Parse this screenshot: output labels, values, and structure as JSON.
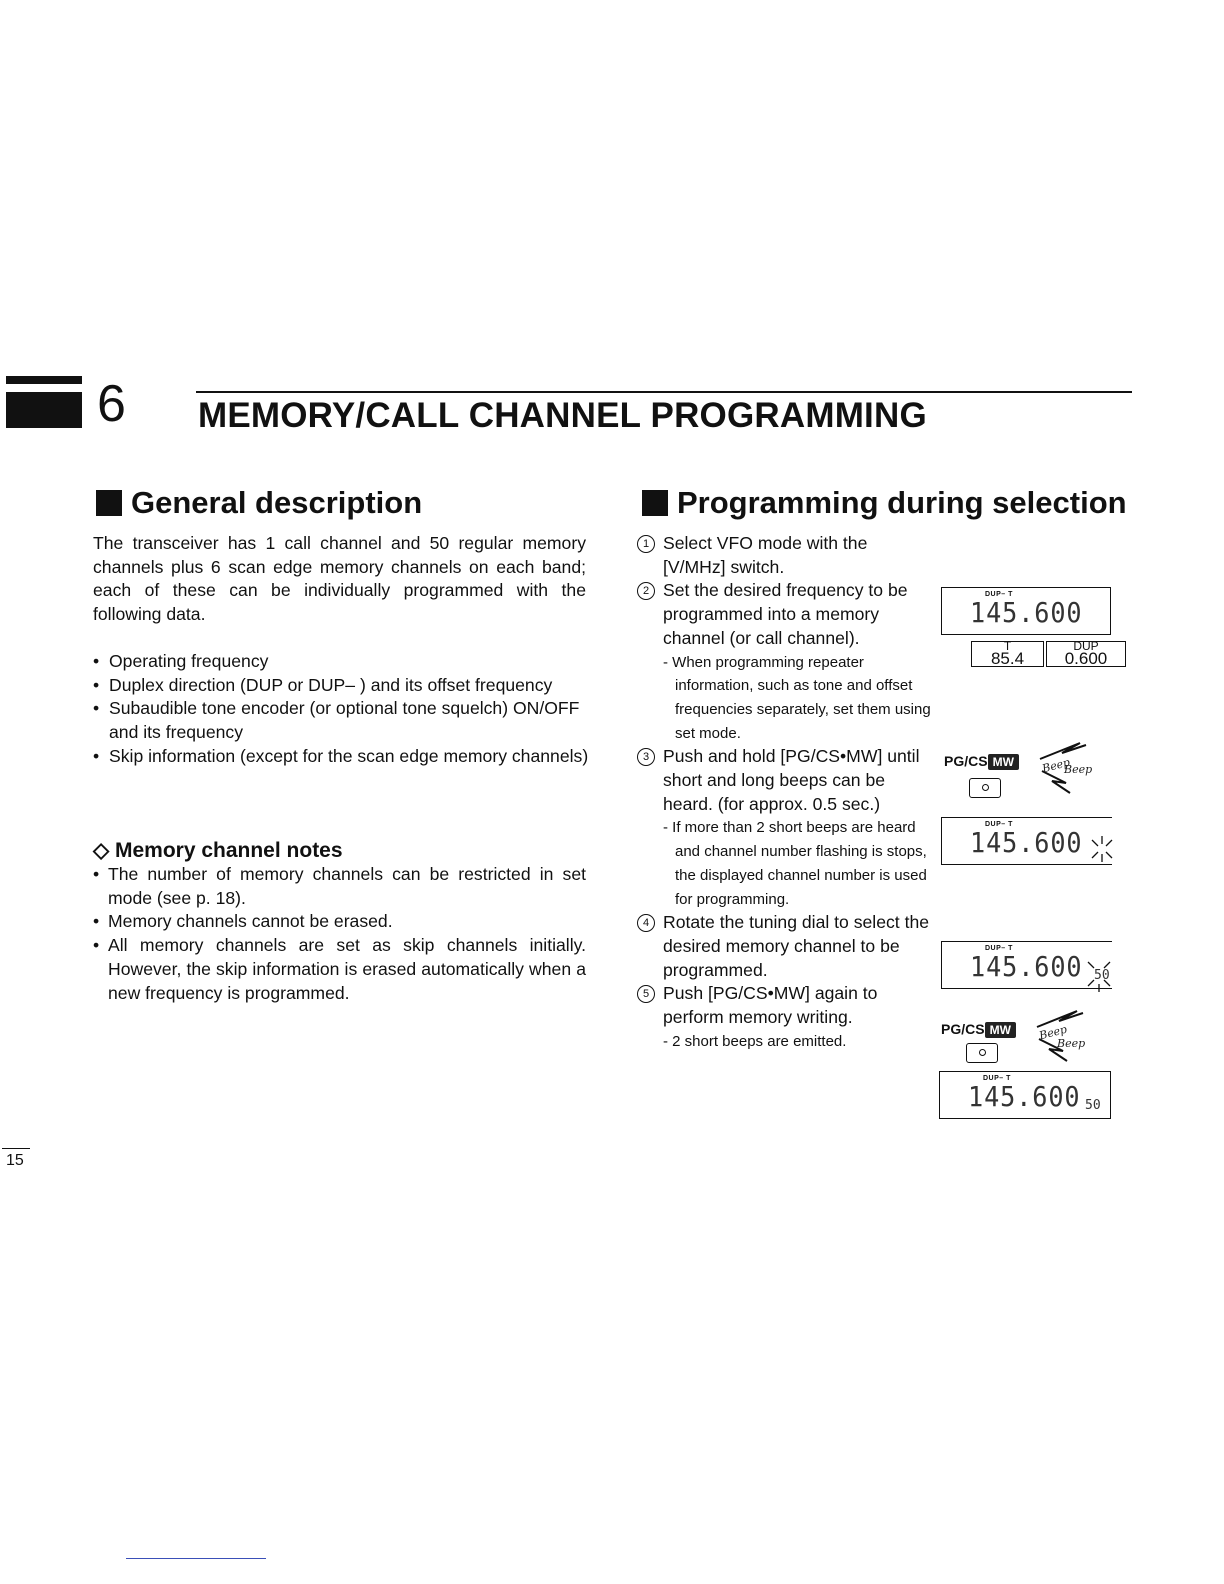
{
  "chapter": {
    "number": "6",
    "title": "MEMORY/CALL CHANNEL PROGRAMMING"
  },
  "general": {
    "heading": "General description",
    "intro": "The transceiver has 1 call channel and 50 regular memory channels plus 6 scan edge memory channels on each band; each of these can be individually programmed with the following data.",
    "bullets": [
      "Operating frequency",
      "Duplex direction (DUP or DUP– ) and its offset frequency",
      "Subaudible tone encoder (or optional tone squelch) ON/OFF and its frequency",
      "Skip information (except for the scan edge memory channels)"
    ]
  },
  "notes": {
    "heading": "◇ Memory channel notes",
    "items": [
      "The number of memory channels can be restricted in set mode (see p. 18).",
      "Memory channels cannot be erased.",
      "All memory channels are set as skip channels initially. However, the skip information is erased automatically when a new frequency is programmed."
    ]
  },
  "programming": {
    "heading": "Programming during selection",
    "steps": [
      {
        "num": "1",
        "text": "Select VFO mode with the [V/MHz] switch.",
        "note": ""
      },
      {
        "num": "2",
        "text": "Set the desired frequency to be programmed into a memory channel (or call channel).",
        "note": "- When programming repeater information, such as tone and offset frequencies separately, set them using set mode."
      },
      {
        "num": "3",
        "text": "Push and hold [PG/CS•MW] until short and long beeps can be heard. (for approx. 0.5 sec.)",
        "note": "- If more than 2 short beeps are heard and channel number flashing is stops, the displayed channel number is used for programming."
      },
      {
        "num": "4",
        "text": "Rotate the tuning dial to select the desired memory channel to be programmed.",
        "note": ""
      },
      {
        "num": "5",
        "text": "Push [PG/CS•MW] again to perform memory writing.",
        "note": "- 2 short beeps are emitted."
      }
    ]
  },
  "displays": {
    "dup_label": "DUP– T",
    "frequency": "145.600",
    "channel": "50",
    "tone_label": "T",
    "tone_value": "85.4",
    "offset_label": "DUP",
    "offset_value": "0.600",
    "key_label": "PG/CS",
    "mw_label": "MW",
    "beep_long": "Beep",
    "beep_long2": "Beep",
    "beep_short1": "Beep",
    "beep_short2": "Beep"
  },
  "page_number": "15"
}
